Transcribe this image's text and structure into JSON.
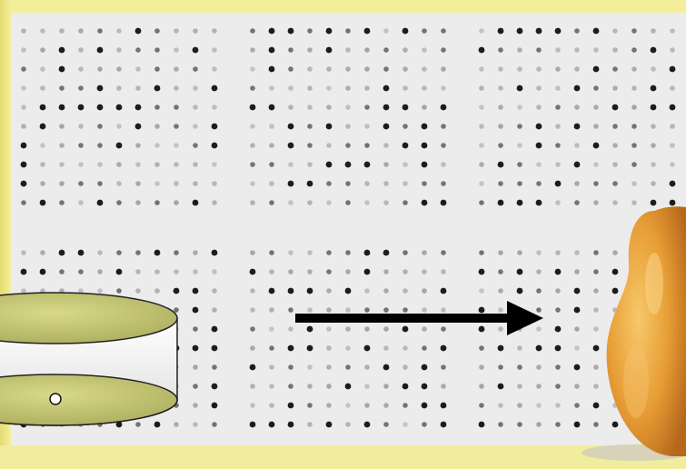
{
  "scene": {
    "background_color": "#f3ee9a",
    "array_panel_color": "#ececec",
    "spot_color": "#111111",
    "dish_top_color": "#c9c86f",
    "dish_side_color": "#ffffff",
    "arrow_color": "#000000",
    "fruit_color": "#e8a23a",
    "fruit": "pear",
    "array_blocks_rows": 2,
    "array_blocks_cols": 3
  }
}
